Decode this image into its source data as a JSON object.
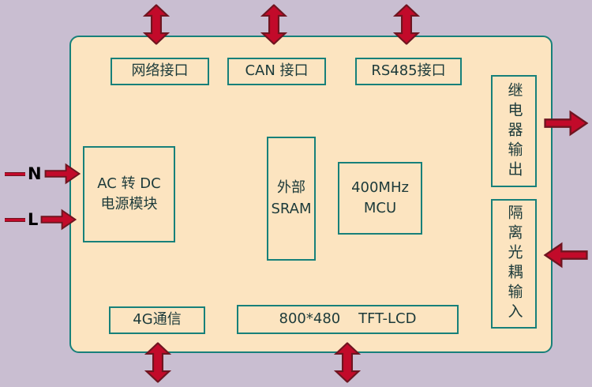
{
  "diagram": {
    "colors": {
      "background": "#c9bed1",
      "panel_fill": "#fce4c0",
      "border": "#17807a",
      "arrow_fill": "#c20a2a",
      "arrow_stroke": "#6f1520",
      "text": "#1c3a3a",
      "label_text": "#000000"
    },
    "blocks": {
      "network": "网络接口",
      "can": "CAN 接口",
      "rs485": "RS485接口",
      "relay_output": "继电器输出",
      "power": "AC 转 DC\n电源模块",
      "sram": "外部\nSRAM",
      "mcu": "400MHz\nMCU",
      "opto_input": "隔离光耦输入",
      "cellular": "4G通信",
      "lcd": "800*480    TFT-LCD"
    },
    "labels": {
      "n": "N",
      "l": "L"
    }
  }
}
